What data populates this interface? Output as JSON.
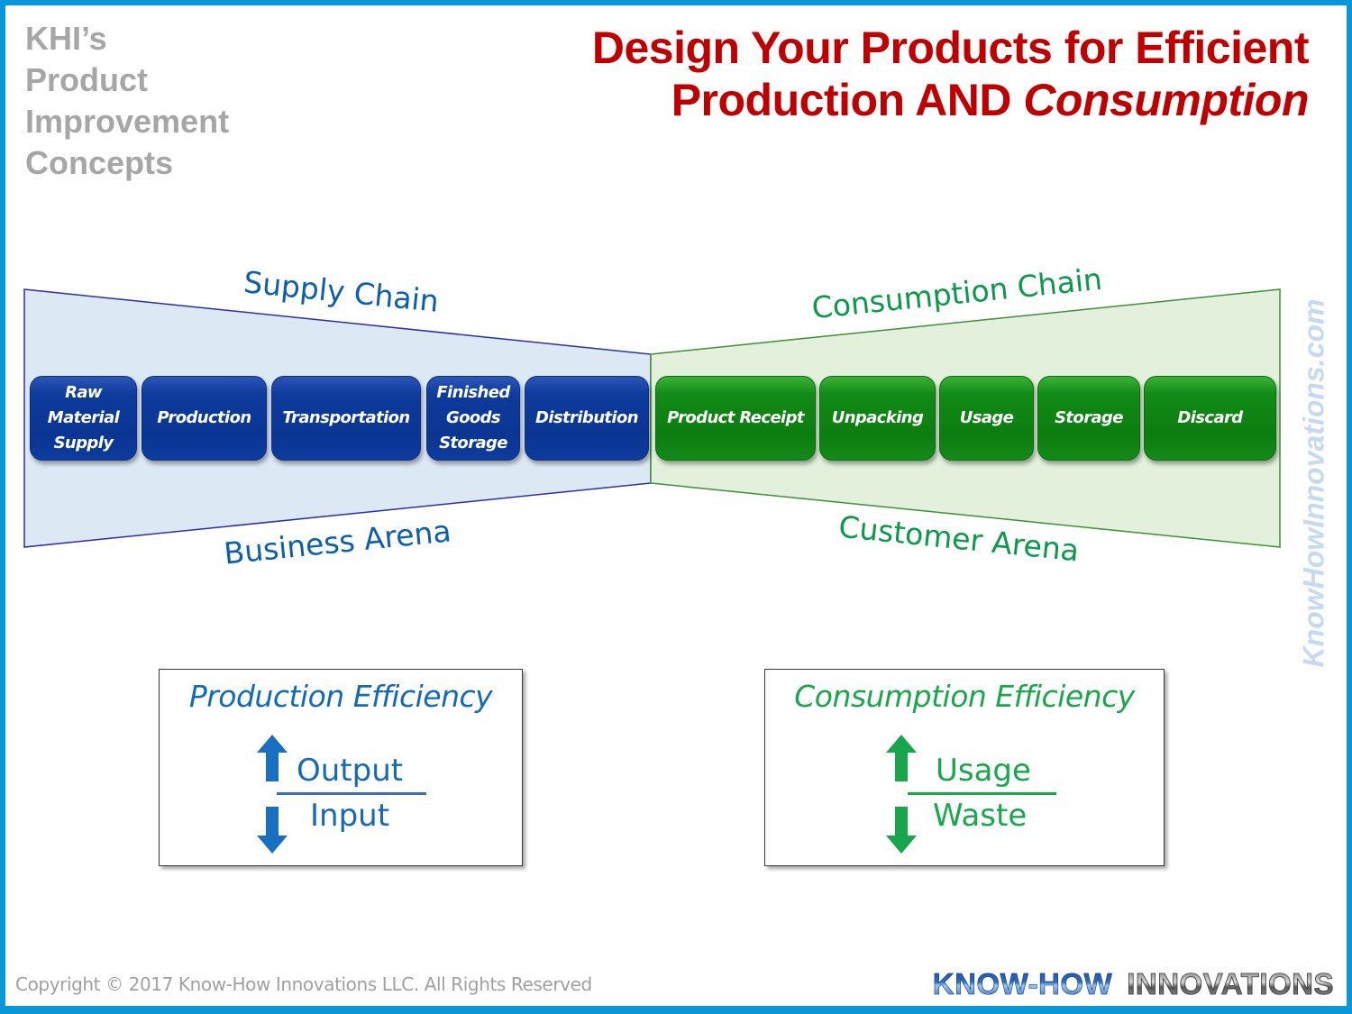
{
  "header": {
    "series_title_lines": [
      "KHI’s",
      "Product",
      "Improvement",
      "Concepts"
    ],
    "main_title_line1": "Design Your Products for Efficient",
    "main_title_line2_normal": "Production AND ",
    "main_title_line2_italic": "Consumption"
  },
  "supply_side": {
    "chain_label": "Supply Chain",
    "arena_label": "Business Arena",
    "steps": [
      {
        "label": "Raw\nMaterial\nSupply"
      },
      {
        "label": "Production"
      },
      {
        "label": "Transportation"
      },
      {
        "label": "Finished\nGoods\nStorage"
      },
      {
        "label": "Distribution"
      }
    ]
  },
  "consumption_side": {
    "chain_label": "Consumption Chain",
    "arena_label": "Customer Arena",
    "steps": [
      {
        "label": "Product Receipt"
      },
      {
        "label": "Unpacking"
      },
      {
        "label": "Usage"
      },
      {
        "label": "Storage"
      },
      {
        "label": "Discard"
      }
    ]
  },
  "production_efficiency": {
    "title": "Production Efficiency",
    "numerator": "Output",
    "denominator": "Input",
    "numerator_trend": "up",
    "denominator_trend": "down"
  },
  "consumption_efficiency": {
    "title": "Consumption Efficiency",
    "numerator": "Usage",
    "denominator": "Waste",
    "numerator_trend": "up",
    "denominator_trend": "down"
  },
  "watermark": "KnowHowInnovations.com",
  "footer": {
    "copyright": "Copyright © 2017 Know-How Innovations LLC. All Rights Reserved",
    "logo_part1": "KNOW-HOW",
    "logo_part2": "INNOVATIONS"
  },
  "colors": {
    "frame": "#0a97d9",
    "title_red": "#c00000",
    "supply_blue": "#0b5fae",
    "consumption_green": "#0a9a4a",
    "efficiency_blue": "#1469b8",
    "efficiency_green": "#18a84c"
  }
}
